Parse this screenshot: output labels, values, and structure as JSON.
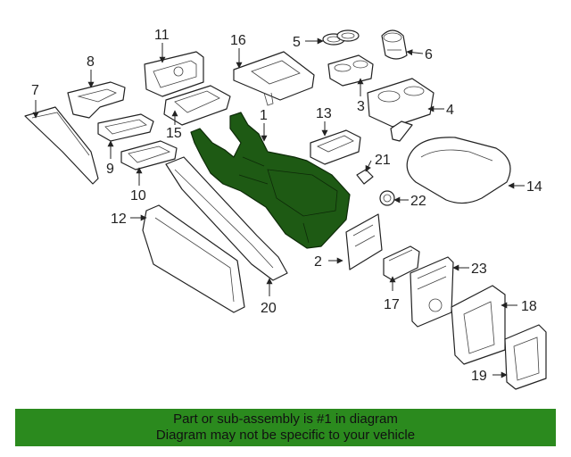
{
  "callouts": {
    "c1": "1",
    "c2": "2",
    "c3": "3",
    "c4": "4",
    "c5": "5",
    "c6": "6",
    "c7": "7",
    "c8": "8",
    "c9": "9",
    "c10": "10",
    "c11": "11",
    "c12": "12",
    "c13": "13",
    "c14": "14",
    "c15": "15",
    "c16": "16",
    "c17": "17",
    "c18": "18",
    "c19": "19",
    "c20": "20",
    "c21": "21",
    "c22": "22",
    "c23": "23"
  },
  "banner": {
    "line1": "Part or sub-assembly is #1 in diagram",
    "line2": "Diagram may not be specific to your vehicle"
  },
  "colors": {
    "highlight": "#1e5a14",
    "banner": "#2b8a1e"
  }
}
